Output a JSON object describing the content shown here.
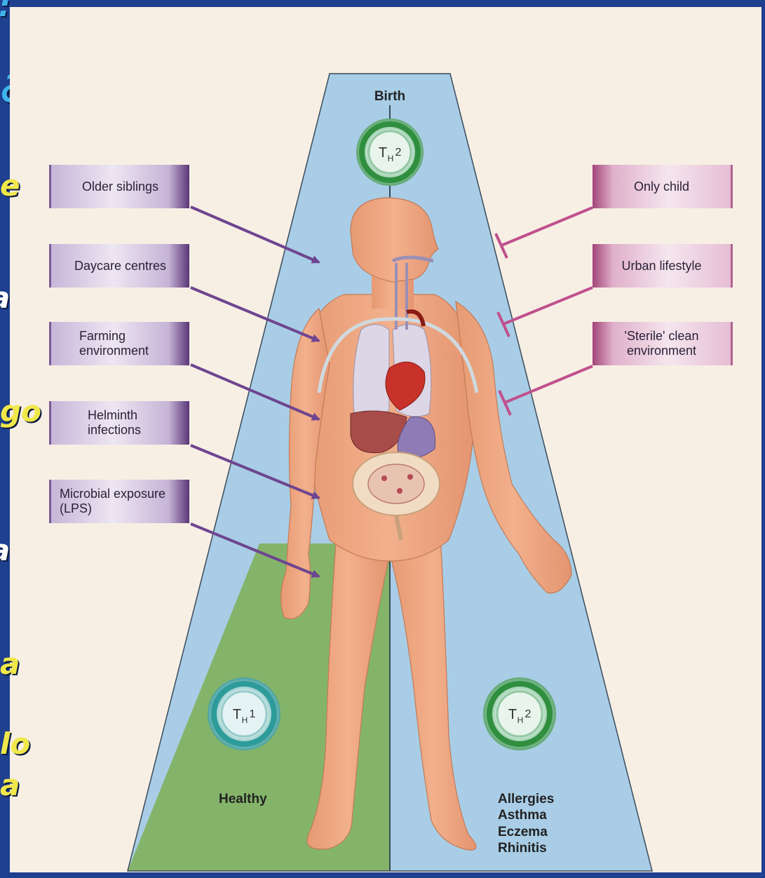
{
  "slide": {
    "title_fragment": "ales",
    "left_fragments": [
      "e",
      "a",
      "go",
      "a",
      "a",
      "lo",
      "a"
    ],
    "top_fragment": ":"
  },
  "diagram": {
    "top_label": "Birth",
    "cells": {
      "top": {
        "name": "T",
        "sub": "H",
        "num": "2"
      },
      "healthy": {
        "name": "T",
        "sub": "H",
        "num": "1"
      },
      "allergic": {
        "name": "T",
        "sub": "H",
        "num": "2"
      }
    },
    "left_factors": [
      "Older siblings",
      "Daycare centres",
      "Farming environment",
      "Helminth infections",
      "Microbial exposure (LPS)"
    ],
    "right_factors": [
      "Only child",
      "Urban lifestyle",
      "'Sterile' clean environment"
    ],
    "outcome_healthy": "Healthy",
    "outcome_allergic": [
      "Allergies",
      "Asthma",
      "Eczema",
      "Rhinitis"
    ],
    "colors": {
      "panel": "#f7efe4",
      "sky": "#a9cde6",
      "green": "#84b46a",
      "skin": "#eda57f",
      "left_arrow": "#6e4590",
      "right_inhibit": "#c0508e",
      "th1_ring": "#2e9b9b",
      "th2_ring": "#2f8f3f"
    }
  }
}
